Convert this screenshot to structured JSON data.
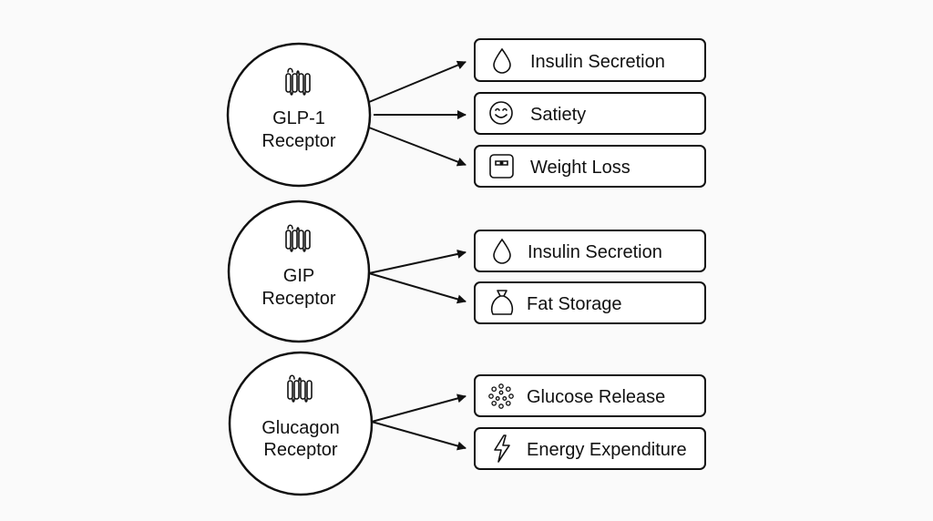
{
  "receptors": [
    {
      "name_line1": "GLP-1",
      "name_line2": "Receptor",
      "icon": "receptor-helix-icon",
      "effects": [
        {
          "label": "Insulin Secretion",
          "icon": "droplet-icon"
        },
        {
          "label": "Satiety",
          "icon": "smiley-icon"
        },
        {
          "label": "Weight Loss",
          "icon": "scale-icon"
        }
      ]
    },
    {
      "name_line1": "GIP",
      "name_line2": "Receptor",
      "icon": "receptor-helix-icon",
      "effects": [
        {
          "label": "Insulin Secretion",
          "icon": "droplet-icon"
        },
        {
          "label": "Fat Storage",
          "icon": "bag-icon"
        }
      ]
    },
    {
      "name_line1": "Glucagon",
      "name_line2": "Receptor",
      "icon": "receptor-helix-icon",
      "effects": [
        {
          "label": "Glucose Release",
          "icon": "dots-circle-icon"
        },
        {
          "label": "Energy Expenditure",
          "icon": "lightning-icon"
        }
      ]
    }
  ],
  "colors": {
    "background": "#fafafa",
    "stroke": "#111111",
    "fill": "#ffffff"
  }
}
